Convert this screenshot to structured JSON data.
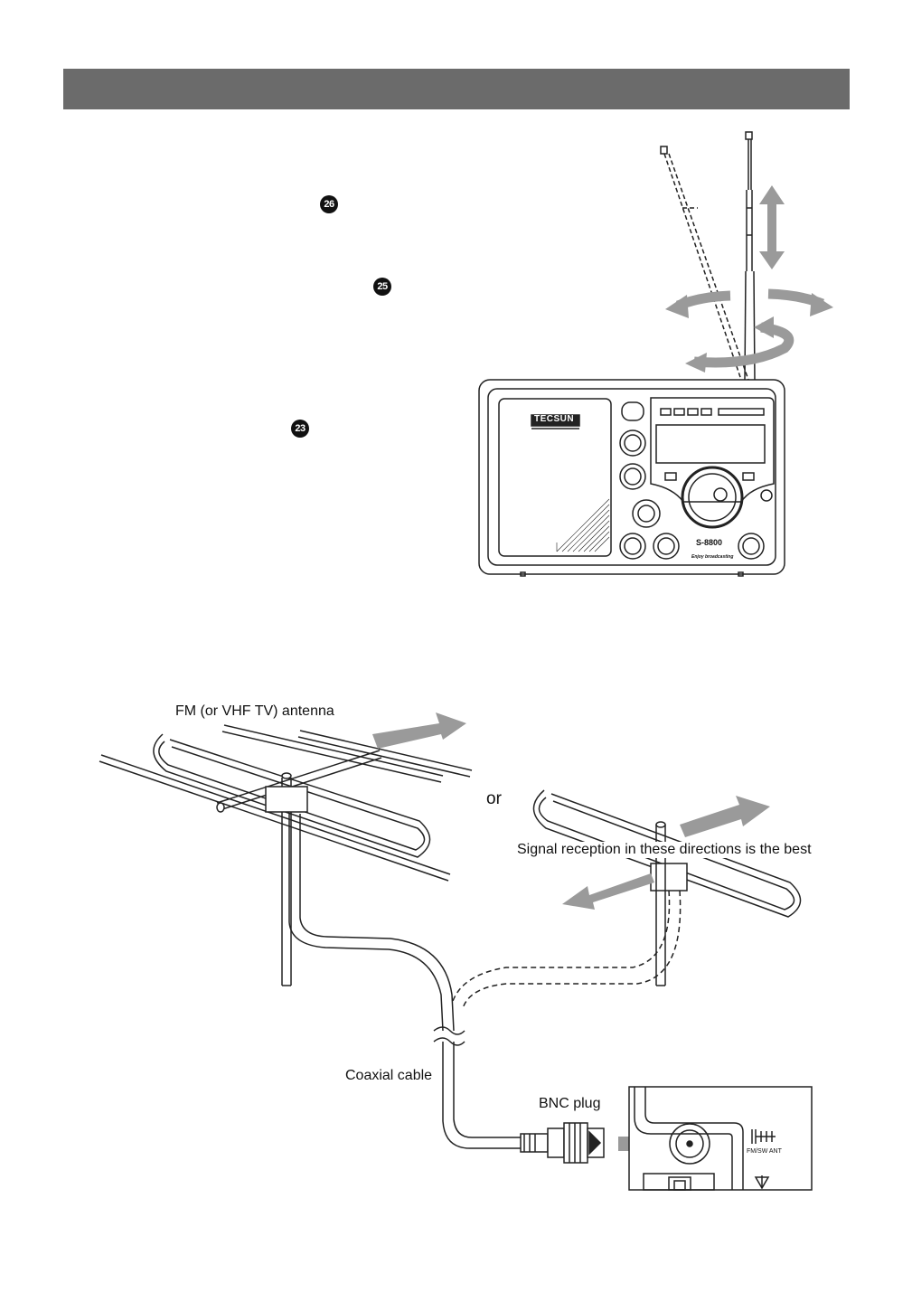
{
  "markers": {
    "m26": "26",
    "m25": "25",
    "m23": "23"
  },
  "radio": {
    "brand": "TECSUN",
    "model": "S-8800",
    "slogan": "Enjoy broadcasting"
  },
  "labels": {
    "antenna_title": "FM (or VHF TV) antenna",
    "or": "or",
    "signal_best": "Signal reception in these directions is the best",
    "coaxial": "Coaxial cable",
    "bnc": "BNC plug",
    "jack": "FM/SW ANT"
  },
  "colors": {
    "header_bar": "#6b6b6b",
    "arrow_gray": "#9a9a9a",
    "line": "#222222"
  }
}
